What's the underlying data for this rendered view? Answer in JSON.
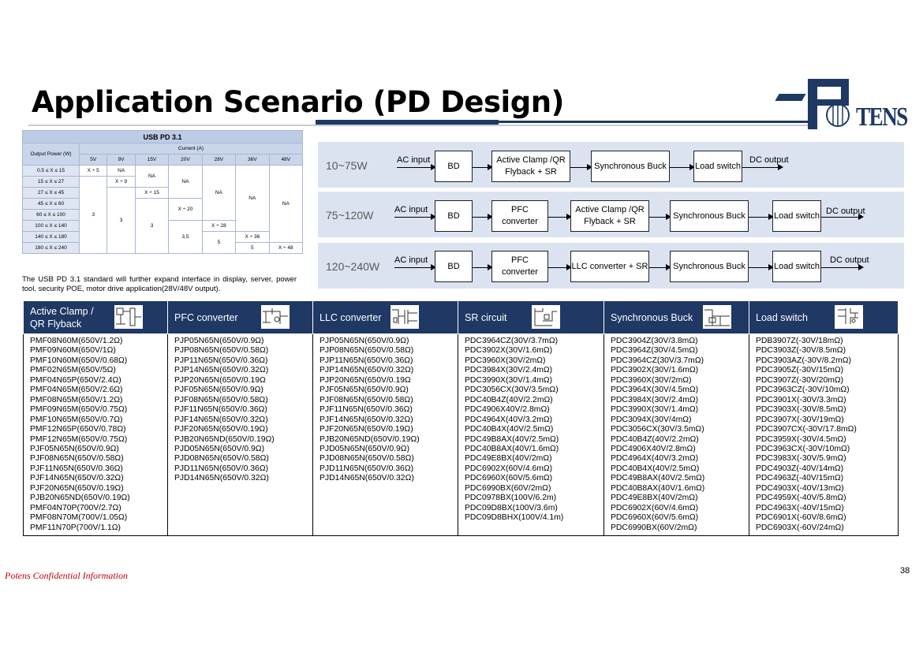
{
  "title": "Application Scenario (PD Design)",
  "logo_text": "TENS",
  "pd_table": {
    "title": "USB PD 3.1",
    "output_power_label": "Output Power (W)",
    "current_label": "Current (A)",
    "voltages": [
      "5V",
      "9V",
      "15V",
      "20V",
      "28V",
      "36V",
      "48V"
    ],
    "power_ranges": [
      "0.5 ≤ X ≤ 15",
      "15 ≤ X ≤ 27",
      "27 ≤ X ≤ 45",
      "45 ≤ X ≤ 60",
      "60 ≤ X ≤ 100",
      "100 ≤ X ≤ 140",
      "140 ≤ X ≤ 180",
      "180 ≤ X ≤ 240"
    ],
    "cells": {
      "r1_5v": "X ÷ 5",
      "r1_9v": "NA",
      "r2_9v": "X ÷ 9",
      "r3_15v": "X ÷ 15",
      "r4_20v": "X ÷ 20",
      "r6_28v": "X ÷ 28",
      "r7_36v": "X ÷ 36",
      "r8_48v": "X ÷ 48",
      "na_15v": "NA",
      "na_20v": "NA",
      "na_28v": "NA",
      "na_36v": "NA",
      "na_48v": "NA",
      "c5v": "3",
      "c9v": "3",
      "c15v": "3",
      "c20v": "3,5",
      "c28v": "5",
      "c36v": "5"
    },
    "note": "The USB PD 3.1 standard will further expand interface in display, server, power tool, security POE, motor drive application(28V/48V output)."
  },
  "diagram": {
    "ac_input": "AC input",
    "dc_output": "DC output",
    "rows": [
      {
        "range": "10~75W",
        "blocks": [
          "BD",
          "Active Clamp /QR Flyback + SR",
          "Synchronous Buck",
          "Load switch"
        ]
      },
      {
        "range": "75~120W",
        "blocks": [
          "BD",
          "PFC converter",
          "Active Clamp /QR Flyback + SR",
          "Synchronous Buck",
          "Load switch"
        ]
      },
      {
        "range": "120~240W",
        "blocks": [
          "BD",
          "PFC converter",
          "LLC converter + SR",
          "Synchronous Buck",
          "Load switch"
        ]
      }
    ]
  },
  "parts": {
    "headers": [
      "Active Clamp / QR Flyback",
      "PFC converter",
      "LLC converter",
      "SR circuit",
      "Synchronous Buck",
      "Load switch"
    ],
    "columns": [
      [
        "PMF08N60M(650V/1.2Ω)",
        "PMF09N60M(650V/1Ω)",
        "PMF10N60M(650V/0.68Ω)",
        "PMF02N65M(650V/5Ω)",
        "PMF04N65P(650V/2.4Ω)",
        "PMF04N65M(650V/2.6Ω)",
        "PMF08N65M(650V/1.2Ω)",
        "PMF09N65M(650V/0.75Ω)",
        "PMF10N65M(650V/0.7Ω)",
        "PMF12N65P(650V/0.78Ω)",
        "PMF12N65M(650V/0.75Ω)",
        "PJF05N65N(650V/0.9Ω)",
        "PJF08N65N(650V/0.58Ω)",
        "PJF11N65N(650V/0.36Ω)",
        "PJF14N65N(650V/0.32Ω)",
        "PJF20N65N(650V/0.19Ω)",
        "PJB20N65ND(650V/0.19Ω)",
        "PMF04N70P(700V/2.7Ω)",
        "PMF08N70M(700V/1.05Ω)",
        "PMF11N70P(700V/1.1Ω)"
      ],
      [
        "PJP05N65N(650V/0.9Ω)",
        "PJP08N65N(650V/0.58Ω)",
        "PJP11N65N(650V/0.36Ω)",
        "PJP14N65N(650V/0.32Ω)",
        "PJP20N65N(650V/0.19Ω",
        "PJF05N65N(650V/0.9Ω)",
        "PJF08N65N(650V/0.58Ω)",
        "PJF11N65N(650V/0.36Ω)",
        "PJF14N65N(650V/0.32Ω)",
        "PJF20N65N(650V/0.19Ω)",
        "PJB20N65ND(650V/0.19Ω)",
        "PJD05N65N(650V/0.9Ω)",
        "PJD08N65N(650V/0.58Ω)",
        "PJD11N65N(650V/0.36Ω)",
        "PJD14N65N(650V/0.32Ω)"
      ],
      [
        "PJP05N65N(650V/0.9Ω)",
        "PJP08N65N(650V/0.58Ω)",
        "PJP11N65N(650V/0.36Ω)",
        "PJP14N65N(650V/0.32Ω)",
        "PJP20N65N(650V/0.19Ω",
        "PJF05N65N(650V/0.9Ω)",
        "PJF08N65N(650V/0.58Ω)",
        "PJF11N65N(650V/0.36Ω)",
        "PJF14N65N(650V/0.32Ω)",
        "PJF20N65N(650V/0.19Ω)",
        "PJB20N65ND(650V/0.19Ω)",
        "PJD05N65N(650V/0.9Ω)",
        "PJD08N65N(650V/0.58Ω)",
        "PJD11N65N(650V/0.36Ω)",
        "PJD14N65N(650V/0.32Ω)"
      ],
      [
        "PDC3964CZ(30V/3.7mΩ)",
        "PDC3902X(30V/1.6mΩ)",
        "PDC3960X(30V/2mΩ)",
        "PDC3984X(30V/2.4mΩ)",
        "PDC3990X(30V/1.4mΩ)",
        "PDC3056CX(30V/3.5mΩ)",
        "PDC40B4Z(40V/2.2mΩ)",
        "PDC4906X40V/2.8mΩ)",
        "PDC4964X(40V/3.2mΩ)",
        "PDC40B4X(40V/2.5mΩ)",
        "PDC49B8AX(40V/2.5mΩ)",
        "PDC40B8AX(40V/1.6mΩ)",
        "PDC49E8BX(40V/2mΩ)",
        "PDC6902X(60V/4.6mΩ)",
        "PDC6960X(60V/5.6mΩ)",
        "PDC6990BX(60V/2mΩ)",
        "PDC0978BX(100V/6.2m)",
        "PDC09D8BX(100V/3.6m)",
        "PDC09D8BHX(100V/4.1m)"
      ],
      [
        "PDC3904Z(30V/3.8mΩ)",
        "PDC3964Z(30V/4.5mΩ)",
        "PDC3964CZ(30V/3.7mΩ)",
        "PDC3902X(30V/1.6mΩ)",
        "PDC3960X(30V/2mΩ)",
        "PDC3964X(30V/4.5mΩ)",
        "PDC3984X(30V/2.4mΩ)",
        "PDC3990X(30V/1.4mΩ)",
        "PDC3094X(30V/4mΩ)",
        "PDC3056CX(30V/3.5mΩ)",
        "PDC40B4Z(40V/2.2mΩ)",
        "PDC4906X40V/2.8mΩ)",
        "PDC4964X(40V/3.2mΩ)",
        "PDC40B4X(40V/2.5mΩ)",
        "PDC49B8AX(40V/2.5mΩ)",
        "PDC40B8AX(40V/1.6mΩ)",
        "PDC49E8BX(40V/2mΩ)",
        "PDC6902X(60V/4.6mΩ)",
        "PDC6960X(60V/5.6mΩ)",
        "PDC6990BX(60V/2mΩ)"
      ],
      [
        "PDB3907Z(-30V/18mΩ)",
        "PDC3903Z(-30V/8.5mΩ)",
        "PDC3903AZ(-30V/8.2mΩ)",
        "PDC3905Z(-30V/15mΩ)",
        "PDC3907Z(-30V/20mΩ)",
        "PDC3963CZ(-30V/10mΩ)",
        "PDC3901X(-30V/3.3mΩ)",
        "PDC3903X(-30V/8.5mΩ)",
        "PDC3907X(-30V/19mΩ)",
        "PDC3907CX(-30V/17.8mΩ)",
        "PDC3959X(-30V/4.5mΩ)",
        "PDC3963CX(-30V/10mΩ)",
        "PDC3983X(-30V/5.9mΩ)",
        "PDC4903Z(-40V/14mΩ)",
        "PDC4963Z(-40V/15mΩ)",
        "PDC4903X(-40V/13mΩ)",
        "PDC4959X(-40V/5.8mΩ)",
        "PDC4963X(-40V/15mΩ)",
        "PDC6901X(-60V/8.6mΩ)",
        "PDC6903X(-60V/24mΩ)"
      ]
    ]
  },
  "footer": "Potens Confidential Information",
  "page_number": "38"
}
